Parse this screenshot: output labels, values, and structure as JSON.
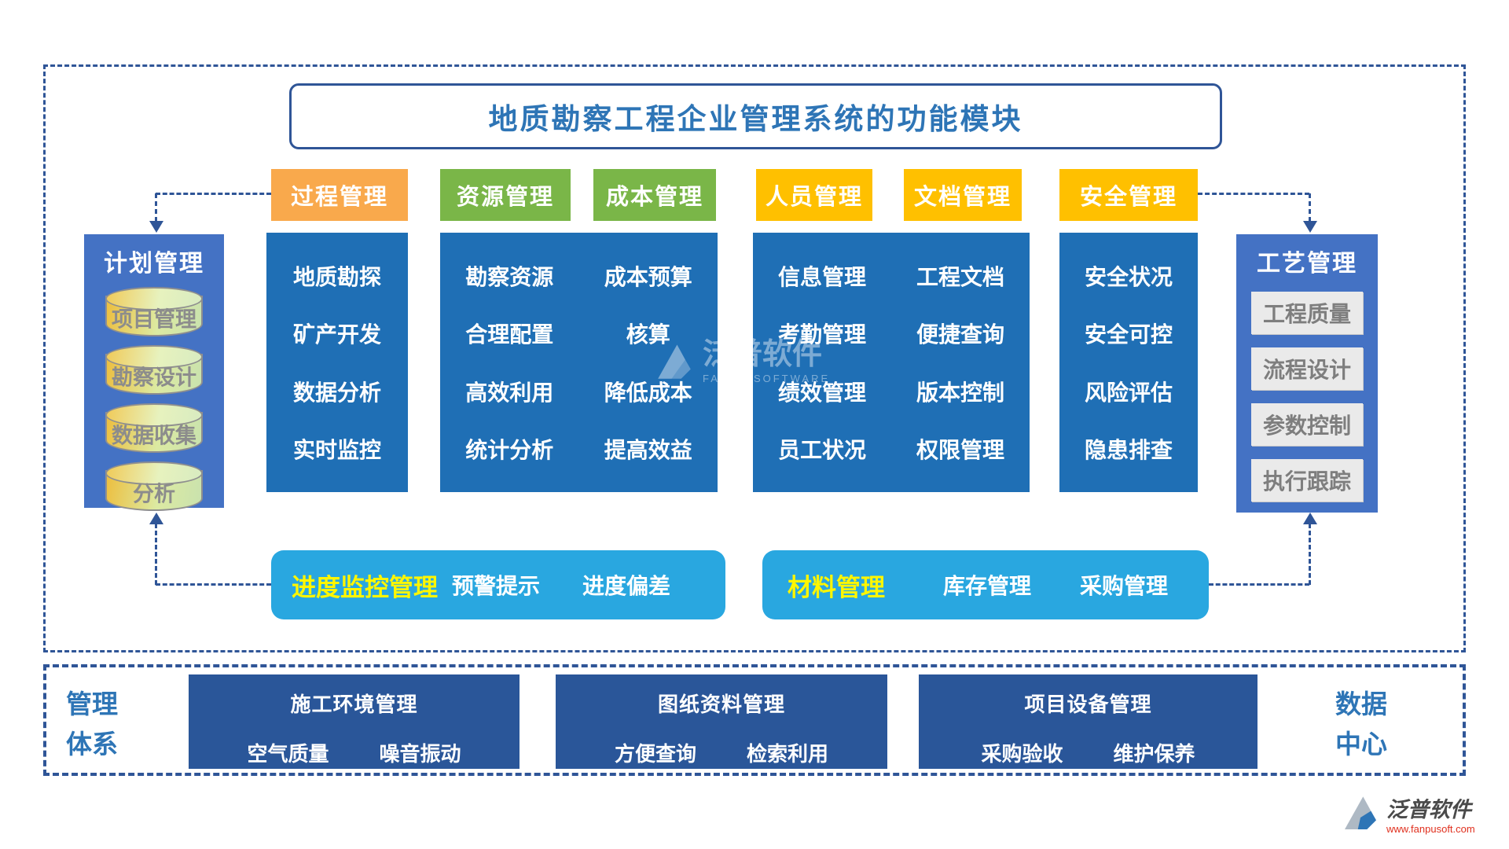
{
  "title": "地质勘察工程企业管理系统的功能模块",
  "header_tabs": [
    {
      "label": "过程管理",
      "color": "#F9A94C"
    },
    {
      "label": "资源管理",
      "color": "#7AB648"
    },
    {
      "label": "成本管理",
      "color": "#7AB648"
    },
    {
      "label": "人员管理",
      "color": "#FFC000"
    },
    {
      "label": "文档管理",
      "color": "#FFC000"
    },
    {
      "label": "安全管理",
      "color": "#FFC000"
    }
  ],
  "left_panel": {
    "title": "计划管理",
    "cylinders": [
      "项目管理",
      "勘察设计",
      "数据收集",
      "分析"
    ]
  },
  "modules": {
    "process": {
      "items": [
        "地质勘探",
        "矿产开发",
        "数据分析",
        "实时监控"
      ]
    },
    "resource_cost": {
      "left": [
        "勘察资源",
        "合理配置",
        "高效利用",
        "统计分析"
      ],
      "right": [
        "成本预算",
        "核算",
        "降低成本",
        "提高效益"
      ]
    },
    "personnel_doc": {
      "left": [
        "信息管理",
        "考勤管理",
        "绩效管理",
        "员工状况"
      ],
      "right": [
        "工程文档",
        "便捷查询",
        "版本控制",
        "权限管理"
      ]
    },
    "safety": {
      "items": [
        "安全状况",
        "安全可控",
        "风险评估",
        "隐患排查"
      ]
    }
  },
  "right_panel": {
    "title": "工艺管理",
    "items": [
      "工程质量",
      "流程设计",
      "参数控制",
      "执行跟踪"
    ]
  },
  "progress_bar": {
    "title": "进度监控管理",
    "items": [
      "预警提示",
      "进度偏差"
    ]
  },
  "material_bar": {
    "title": "材料管理",
    "items": [
      "库存管理",
      "采购管理"
    ]
  },
  "bottom": {
    "left_label": "管理体系",
    "right_label": "数据中心",
    "boxes": [
      {
        "title": "施工环境管理",
        "items": [
          "空气质量",
          "噪音振动"
        ]
      },
      {
        "title": "图纸资料管理",
        "items": [
          "方便查询",
          "检索利用"
        ]
      },
      {
        "title": "项目设备管理",
        "items": [
          "采购验收",
          "维护保养"
        ]
      }
    ]
  },
  "watermark": {
    "name": "泛普软件",
    "caption": "FANPU SOFTWARE"
  },
  "logo": {
    "name": "泛普软件",
    "website": "www.fanpusoft.com"
  },
  "colors": {
    "border_blue": "#2F5597",
    "title_blue": "#2E75B6",
    "module_blue": "#1F6FB5",
    "panel_blue": "#4472C4",
    "bar_blue": "#29A7E0",
    "navy": "#2A5699",
    "orange": "#F9A94C",
    "green": "#7AB648",
    "gold": "#FFC000",
    "highlight_yellow": "#FFF600"
  }
}
